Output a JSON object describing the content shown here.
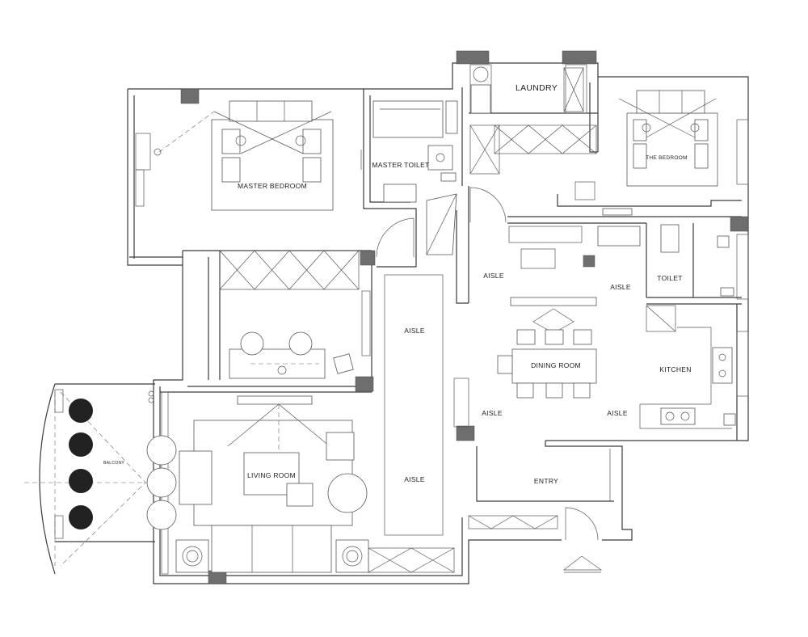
{
  "rooms": {
    "laundry": "LAUNDRY",
    "master_bedroom": "MASTER BEDROOM",
    "master_toilet": "MASTER TOILET",
    "the_bedroom": "THE BEDROOM",
    "aisle_corridor_upper": "AISLE",
    "aisle_corridor_lower": "AISLE",
    "aisle_left_upper": "AISLE",
    "aisle_mid_upper": "AISLE",
    "aisle_left_lower": "AISLE",
    "aisle_mid_lower": "AISLE",
    "toilet": "TOILET",
    "dining_room": "DINING ROOM",
    "kitchen": "KITCHEN",
    "living_room": "LIVING ROOM",
    "entry": "ENTRY",
    "balcony": "BALCONY"
  },
  "colors": {
    "wall": "#3a3a3a",
    "pillar": "#6e6e6e",
    "background": "#ffffff"
  }
}
